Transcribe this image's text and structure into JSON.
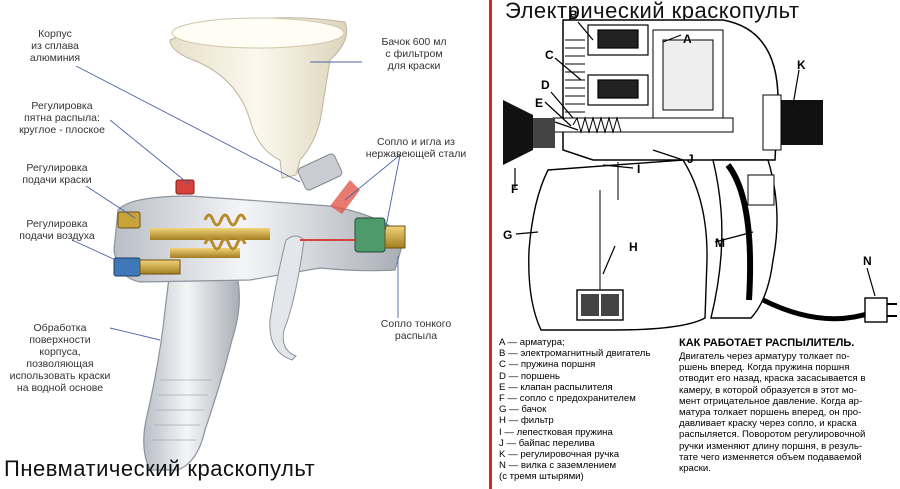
{
  "left": {
    "title": "Пневматический краскопульт",
    "labels": {
      "body": "Корпус\nиз сплава\nалюминия",
      "spray_adjust": "Регулировка\nпятна распыла:\nкруглое - плоское",
      "paint_adjust": "Регулировка\nподачи краски",
      "air_adjust": "Регулировка\nподачи воздуха",
      "surface": "Обработка поверхности\nкорпуса, позволяющая\nиспользовать краски\nна  водной основе",
      "tank": "Бачок 600 мл\nс фильтром\nдля краски",
      "nozzle_needle": "Сопло и игла из\nнержавеющей стали",
      "fine_nozzle": "Сопло тонкого\nраспыла"
    }
  },
  "right": {
    "title": "Электрический краскопульт",
    "letters": [
      "A",
      "B",
      "C",
      "D",
      "E",
      "F",
      "G",
      "H",
      "I",
      "J",
      "K",
      "M",
      "N"
    ],
    "legend": [
      "A — арматура;",
      "B — электромагнитный двигатель",
      "C — пружина поршня",
      "D — поршень",
      "E — клапан распылителя",
      "F — сопло с предохранителем",
      "G — бачок",
      "H — фильтр",
      "I — лепестковая пружина",
      "J — байпас перелива",
      "K — регулировочная ручка",
      "N — вилка с заземлением",
      "(с тремя штырями)"
    ],
    "how_title": "КАК РАБОТАЕТ РАСПЫЛИТЕЛЬ.",
    "how_text": "Двигатель через арматуру толкает по-\nршень вперед. Когда пружина поршня\nотводит его назад, краска засасывается в\nкамеру, в которой образуется в этот мо-\nмент отрицательное давление. Когда ар-\nматура толкает поршень вперед, он про-\nдавливает краску через сопло, и краска\nраспыляется. Поворотом регулировочной\nручки изменяют длину поршня, в резуль-\nтате чего изменяется объем подаваемой\nкраски."
  },
  "colors": {
    "divider": "#d8262b",
    "tank": "#f2ecd8",
    "gun_body": "#d9dde3",
    "brass": "#c9a23a",
    "red_part": "#d8423a",
    "blue_part": "#3f78b8",
    "green_part": "#4f9a6a"
  }
}
